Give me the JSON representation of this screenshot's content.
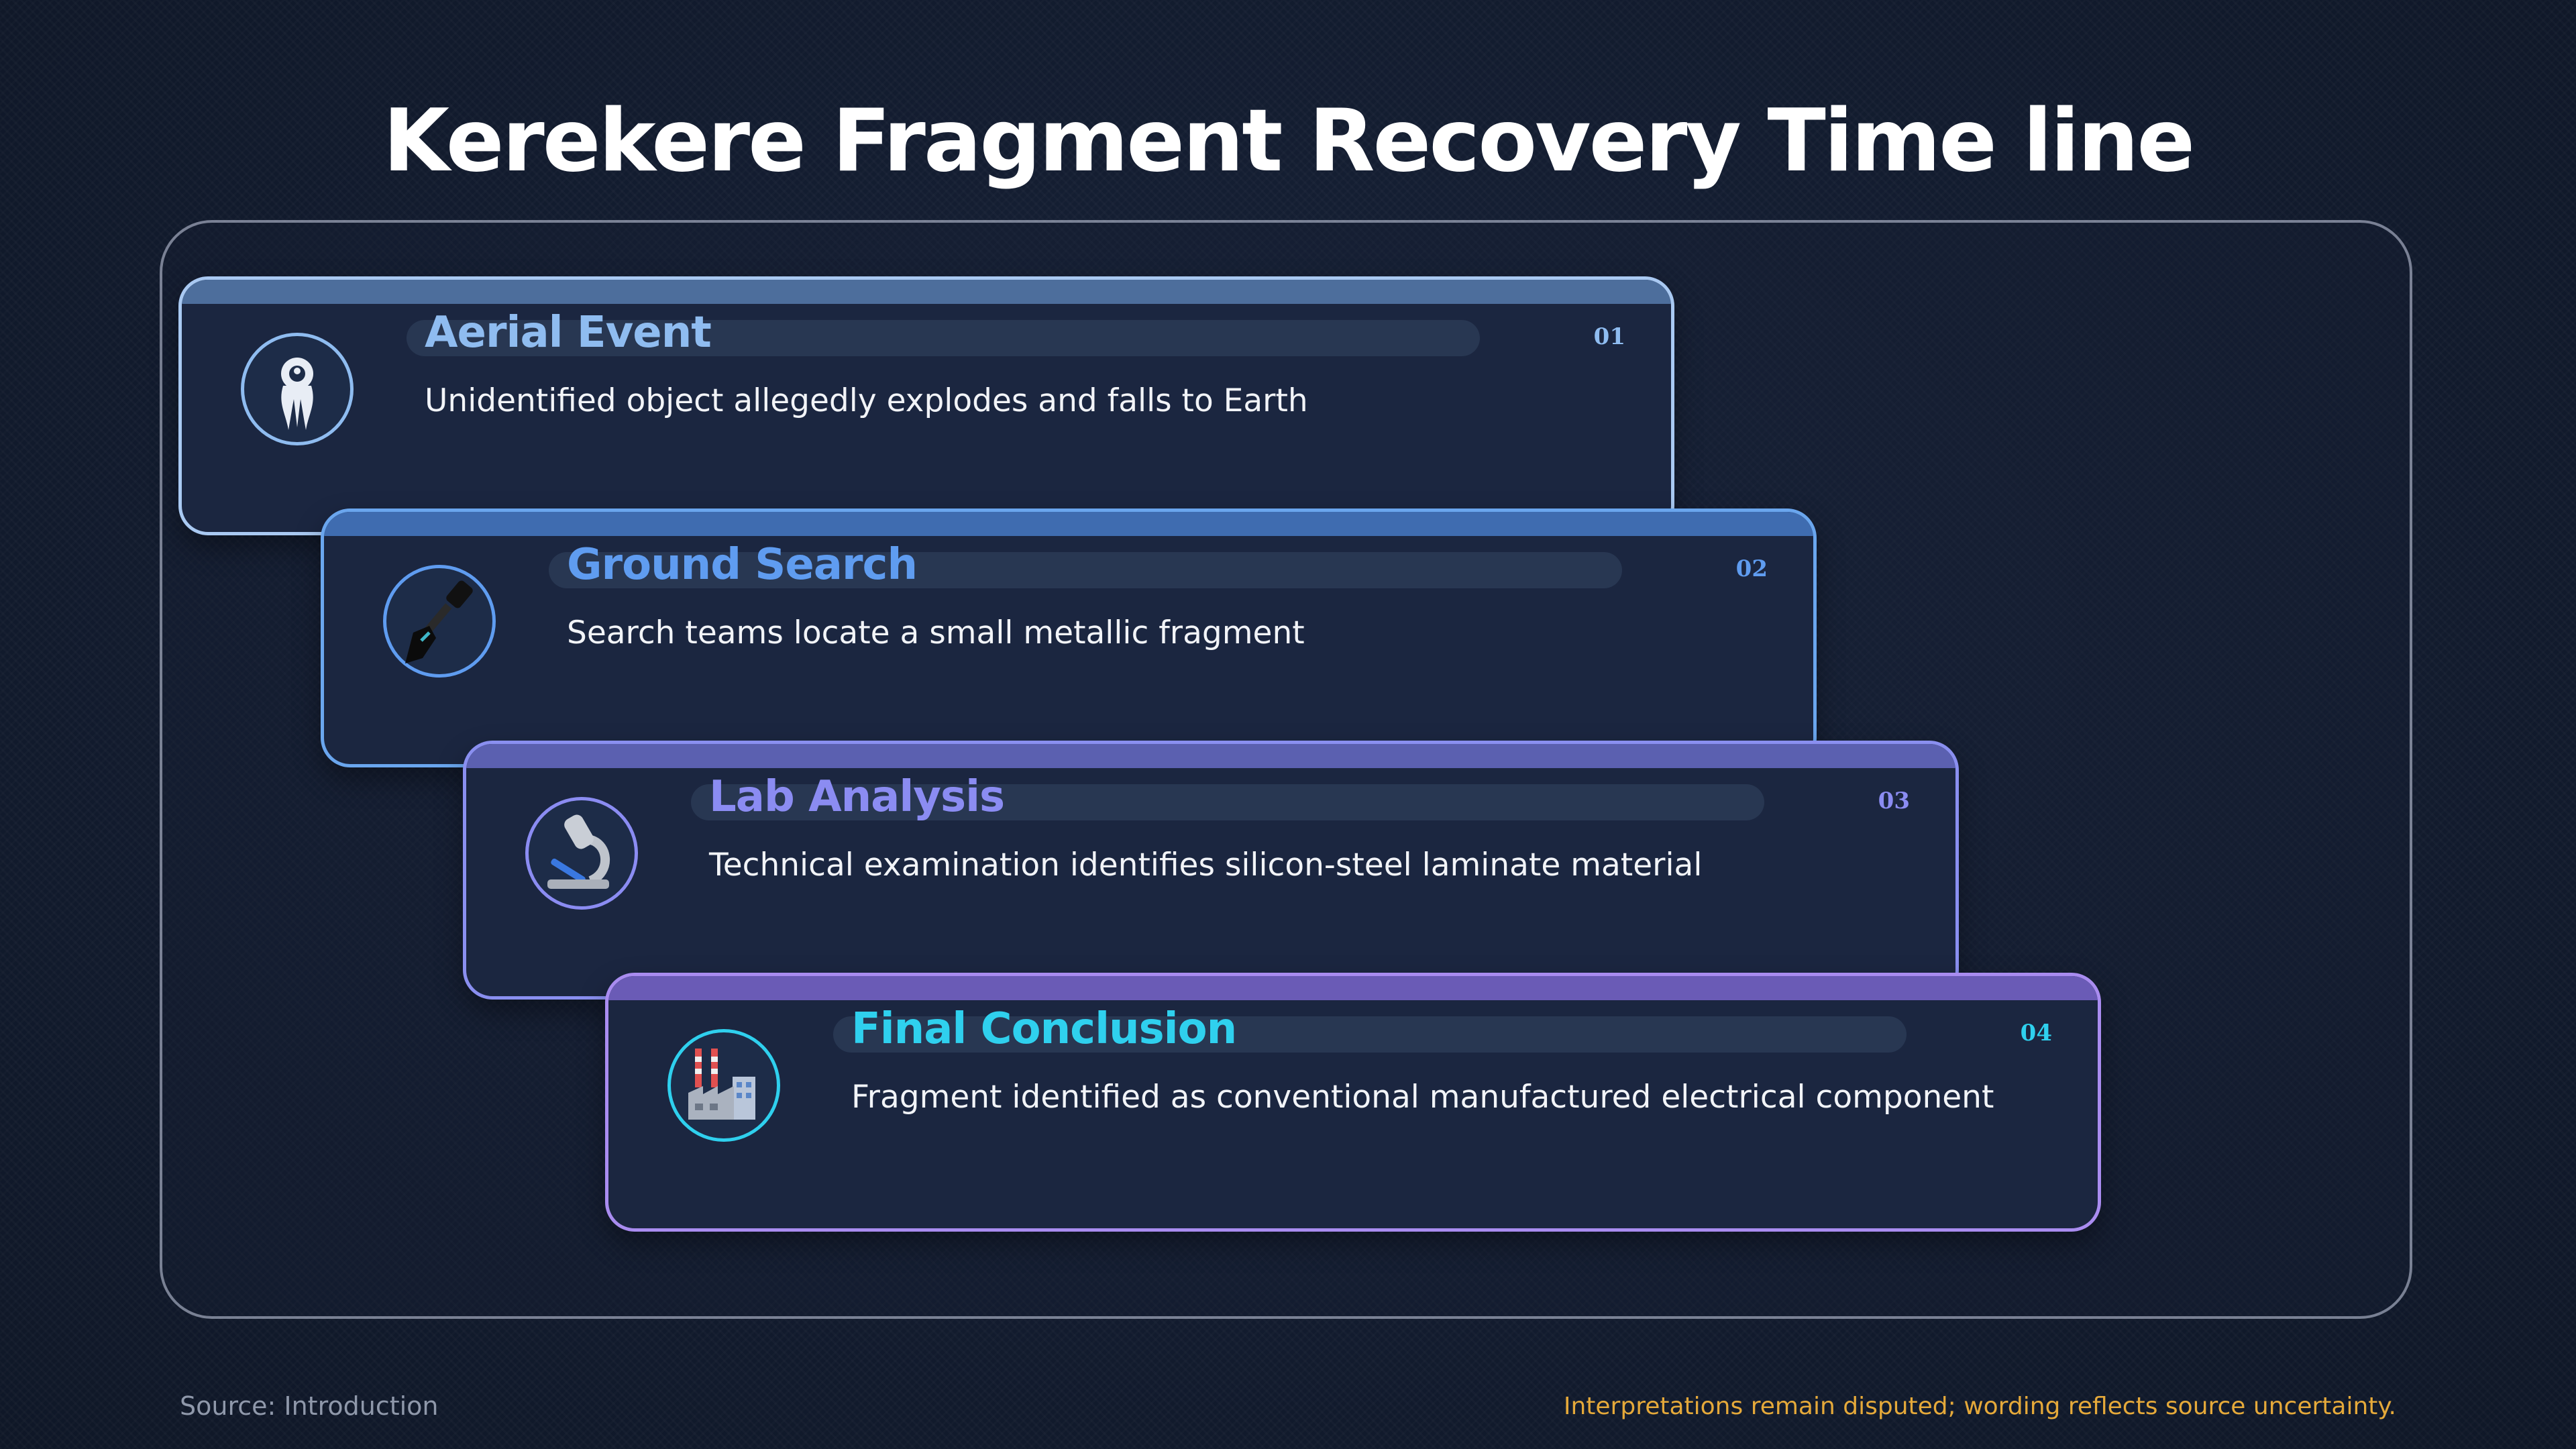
{
  "title": "Kerekere Fragment Recovery Time line",
  "steps": [
    {
      "number": "01",
      "heading": "Aerial Event",
      "description": "Unidentified object allegedly explodes and falls to Earth",
      "icon": "comet-icon",
      "color": "#8fbcf0",
      "border": "#a9c9f2",
      "bar": "#4d6e9c"
    },
    {
      "number": "02",
      "heading": "Ground Search",
      "description": "Search teams locate a small metallic fragment",
      "icon": "shovel-icon",
      "color": "#5f9cf0",
      "border": "#6aa6ee",
      "bar": "#3f6cb0"
    },
    {
      "number": "03",
      "heading": "Lab Analysis",
      "description": "Technical examination identifies silicon-steel laminate material",
      "icon": "microscope-icon",
      "color": "#8b8cf2",
      "border": "#8a8ff0",
      "bar": "#5b60b0"
    },
    {
      "number": "04",
      "heading": "Final Conclusion",
      "description": "Fragment identified as conventional manufactured electrical component",
      "icon": "factory-icon",
      "color": "#2fd0ee",
      "border": "#a98cf0",
      "bar": "#6a5bb6"
    }
  ],
  "footer": {
    "source": "Source: Introduction",
    "note": "Interpretations remain disputed; wording reflects source uncertainty."
  }
}
